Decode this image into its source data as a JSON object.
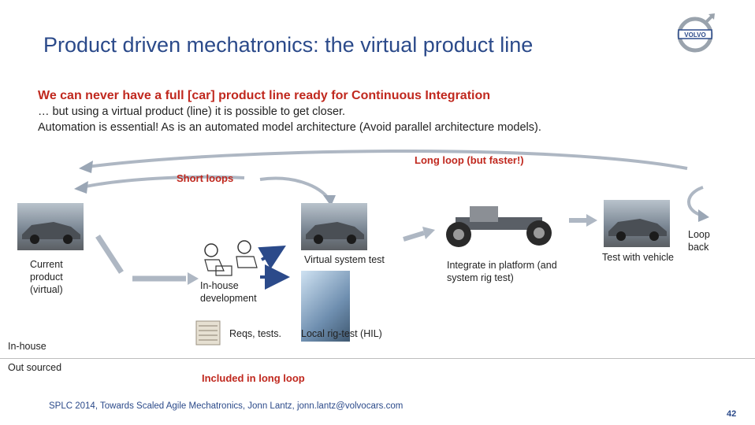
{
  "slide": {
    "title": "Product driven mechatronics: the virtual product line",
    "headline": "We can never have a full [car] product line ready for Continuous Integration",
    "line2": "… but using a virtual product (line) it is possible to get closer.",
    "line3": "Automation is essential! As is an automated model architecture (Avoid parallel architecture models).",
    "long_loop": "Long loop (but faster!)",
    "short_loops": "Short loops",
    "current_product": "Current product (virtual)",
    "inhouse_dev": "In-house development",
    "virtual_system_test": "Virtual system test",
    "integrate": "Integrate in platform (and system rig test)",
    "test_vehicle": "Test with vehicle",
    "loop_back": "Loop back",
    "reqs_tests": "Reqs, tests.",
    "local_rig": "Local rig-test (HIL)",
    "inhouse": "In-house",
    "outsourced": "Out sourced",
    "included_long": "Included in long loop",
    "footer": "SPLC 2014, Towards Scaled Agile Mechatronics, Jonn Lantz, jonn.lantz@volvocars.com",
    "page": "42",
    "logo_text": "VOLVO"
  },
  "colors": {
    "title": "#2b4a8a",
    "accent_red": "#c0281e",
    "arrow": "#4a6fa5"
  }
}
